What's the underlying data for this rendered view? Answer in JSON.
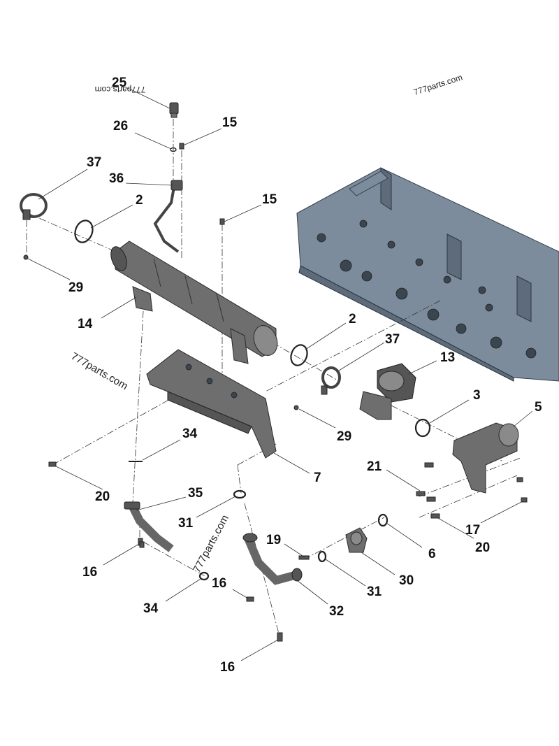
{
  "watermarks": {
    "top_left": "777parts.com",
    "top_right": "777parts.com",
    "left": "777parts.com",
    "center": "777parts.com"
  },
  "callouts": {
    "c25": "25",
    "c26": "26",
    "c15a": "15",
    "c37a": "37",
    "c36": "36",
    "c2a": "2",
    "c15b": "15",
    "c29a": "29",
    "c14": "14",
    "c2b": "2",
    "c37b": "37",
    "c13": "13",
    "c3": "3",
    "c5": "5",
    "c29b": "29",
    "c34a": "34",
    "c7": "7",
    "c21": "21",
    "c20a": "20",
    "c35": "35",
    "c31a": "31",
    "c19": "19",
    "c17": "17",
    "c20b": "20",
    "c6": "6",
    "c16a": "16",
    "c30": "30",
    "c31b": "31",
    "c16b": "16",
    "c34b": "34",
    "c32": "32",
    "c16c": "16"
  },
  "parts_icons": [
    "sensor-25-icon",
    "o-ring-26-icon",
    "bolt-15-icon",
    "v-clamp-37-icon",
    "pipe-36-icon",
    "gasket-2-icon",
    "egr-cooler-14-icon",
    "cylinder-head-icon",
    "bracket-7-icon",
    "egr-valve-13-icon",
    "pipe-5-icon",
    "pipe-35-icon",
    "pipe-32-icon",
    "clamp-30-icon"
  ],
  "colors": {
    "parts": "#6e6e6e",
    "cylinder_head": "#7d8c9c",
    "text": "#111111"
  }
}
